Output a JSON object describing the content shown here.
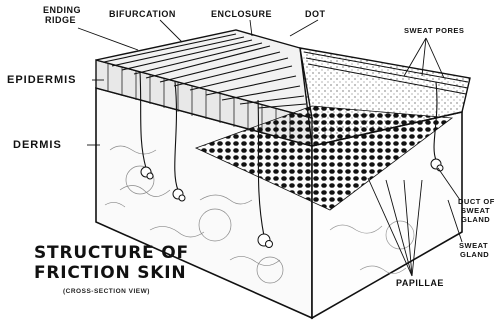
{
  "labels": {
    "ending_ridge_1": "ENDING",
    "ending_ridge_2": "RIDGE",
    "bifurcation": "BIFURCATION",
    "enclosure": "ENCLOSURE",
    "dot": "DOT",
    "sweat_pores": "SWEAT PORES",
    "epidermis": "EPIDERMIS",
    "dermis": "DERMIS",
    "duct_1": "DUCT OF",
    "duct_2": "SWEAT",
    "duct_3": "GLAND",
    "sweat_gland_1": "SWEAT",
    "sweat_gland_2": "GLAND",
    "papillae": "PAPILLAE"
  },
  "title": {
    "line1": "STRUCTURE OF",
    "line2": "FRICTION SKIN",
    "subtitle": "(CROSS-SECTION VIEW)"
  }
}
